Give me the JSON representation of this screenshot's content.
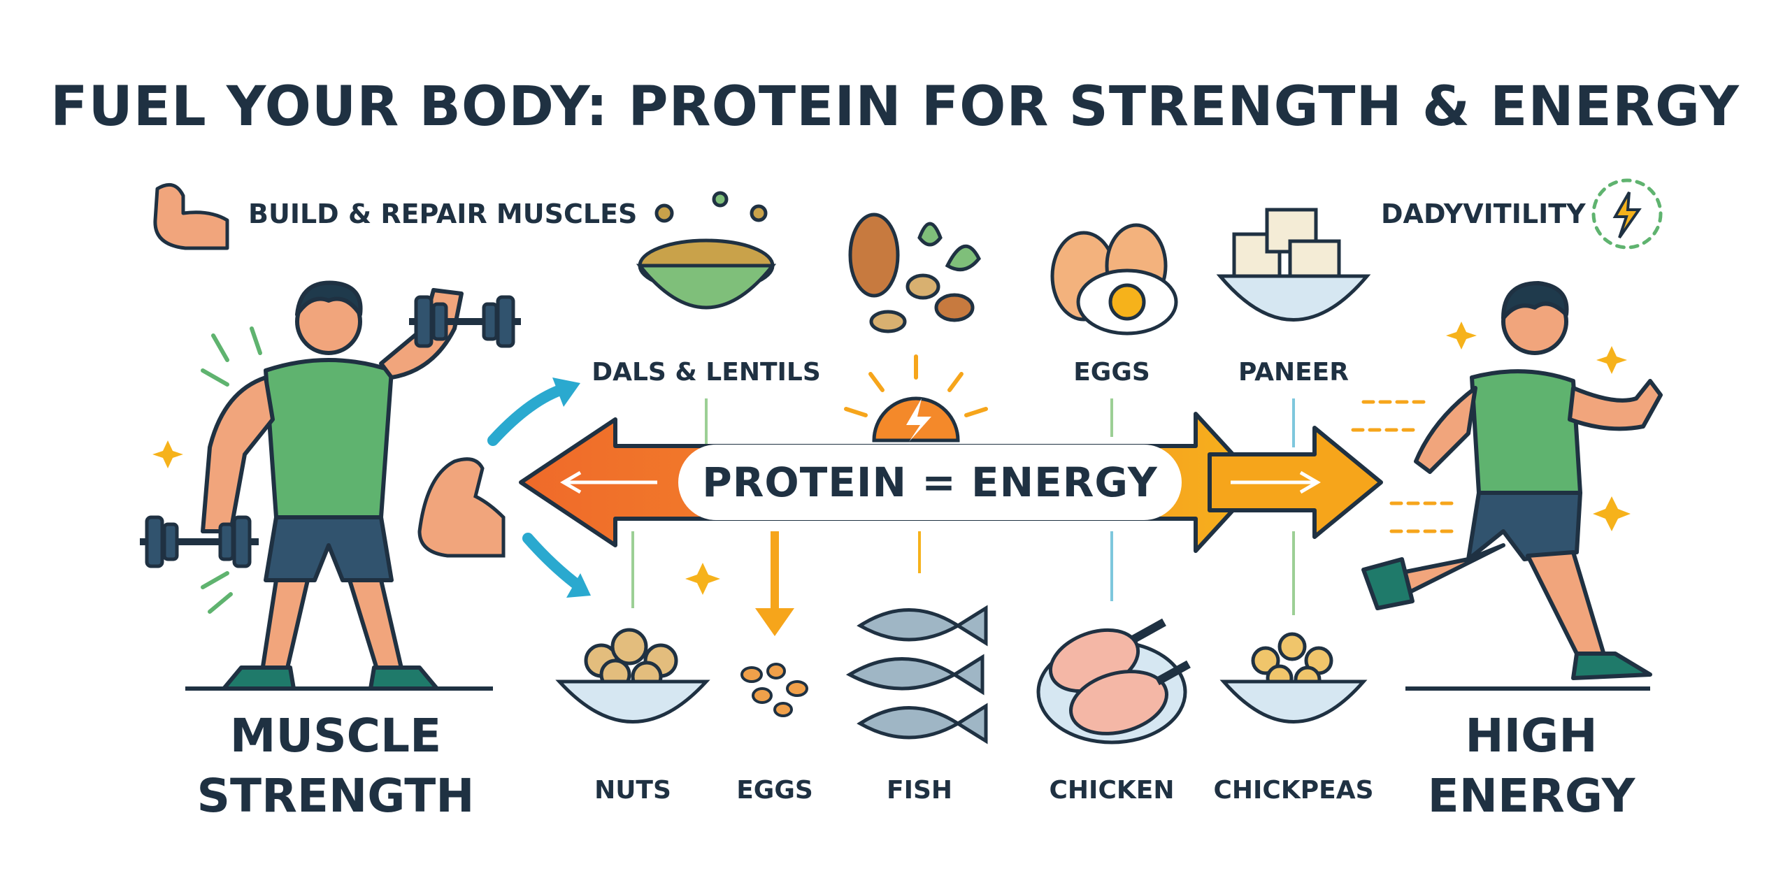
{
  "title": "FUEL YOUR BODY: PROTEIN FOR STRENGTH & ENERGY",
  "left_tagline": "BUILD & REPAIR MUSCLES",
  "right_tagline": "DADYVITILITY",
  "center_text": "PROTEIN = ENERGY",
  "left_big_label": {
    "line1": "MUSCLE",
    "line2": "STRENGTH"
  },
  "right_big_label": {
    "line1": "HIGH",
    "line2": "ENERGY"
  },
  "top_foods": [
    {
      "label": "DALS & LENTILS"
    },
    {
      "label": "EGGS"
    },
    {
      "label": "PANEER"
    }
  ],
  "bottom_foods": [
    {
      "label": "NUTS"
    },
    {
      "label": "EGGS"
    },
    {
      "label": "FISH"
    },
    {
      "label": "CHICKEN"
    },
    {
      "label": "CHICKPEAS"
    }
  ],
  "colors": {
    "arrow_left": "#ef6a2a",
    "arrow_right": "#f6a51b",
    "accent_blue": "#2aa9cf",
    "accent_green": "#5fb36f",
    "outline": "#1f3142",
    "skin": "#f1a57c"
  },
  "icons": [
    "flexed-arm-icon",
    "lightning-icon",
    "dumbbell-icon",
    "sun-bolt-icon",
    "sparkle-icon"
  ]
}
